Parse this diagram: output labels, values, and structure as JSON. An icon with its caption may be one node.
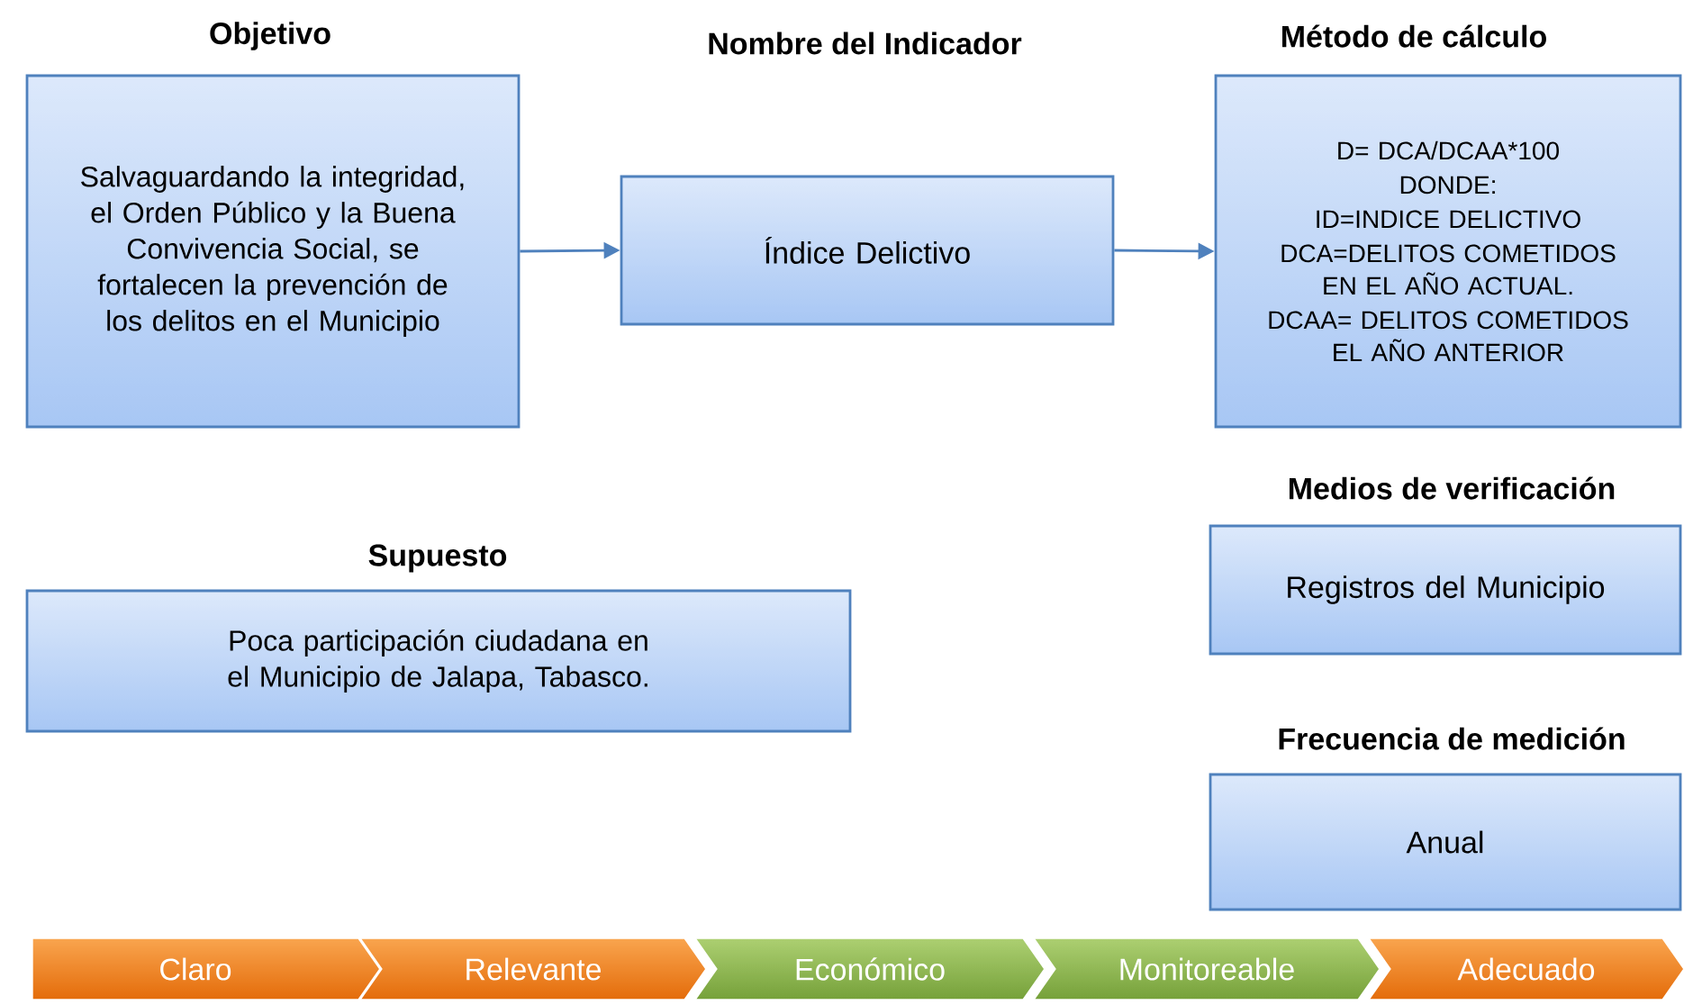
{
  "diagram": {
    "nodes": [
      {
        "text": [
          "Objetivo",
          "Salvaguardando la integridad, el Orden Público y la Buena Convivencia Social, se fortalecen la prevención de los delitos en el Municipio"
        ]
      },
      {
        "text": [
          "Nombre del Indicador",
          "Índice Delictivo"
        ]
      },
      {
        "text": [
          "Método de cálculo",
          "D= DCA/DCAA*100",
          "DONDE:",
          "ID=INDICE DELICTIVO",
          "DCA=DELITOS COMETIDOS EN EL AÑO ACTUAL.",
          "DCAA= DELITOS COMETIDOS EL AÑO ANTERIOR"
        ]
      },
      {
        "text": [
          "Supuesto",
          "Poca participación ciudadana en el Municipio de Jalapa, Tabasco."
        ]
      },
      {
        "text": [
          "Medios de verificación",
          "Registros del Municipio"
        ]
      },
      {
        "text": [
          "Frecuencia de medición",
          "Anual"
        ]
      },
      {
        "text": [
          "Claro"
        ]
      },
      {
        "text": [
          "Relevante"
        ]
      },
      {
        "text": [
          "Económico"
        ]
      },
      {
        "text": [
          "Monitoreable"
        ]
      },
      {
        "text": [
          "Adecuado"
        ]
      }
    ],
    "edges": [
      {
        "from": 0,
        "to": 1,
        "arrow": "to"
      },
      {
        "from": 1,
        "to": 2,
        "arrow": "to"
      }
    ]
  }
}
